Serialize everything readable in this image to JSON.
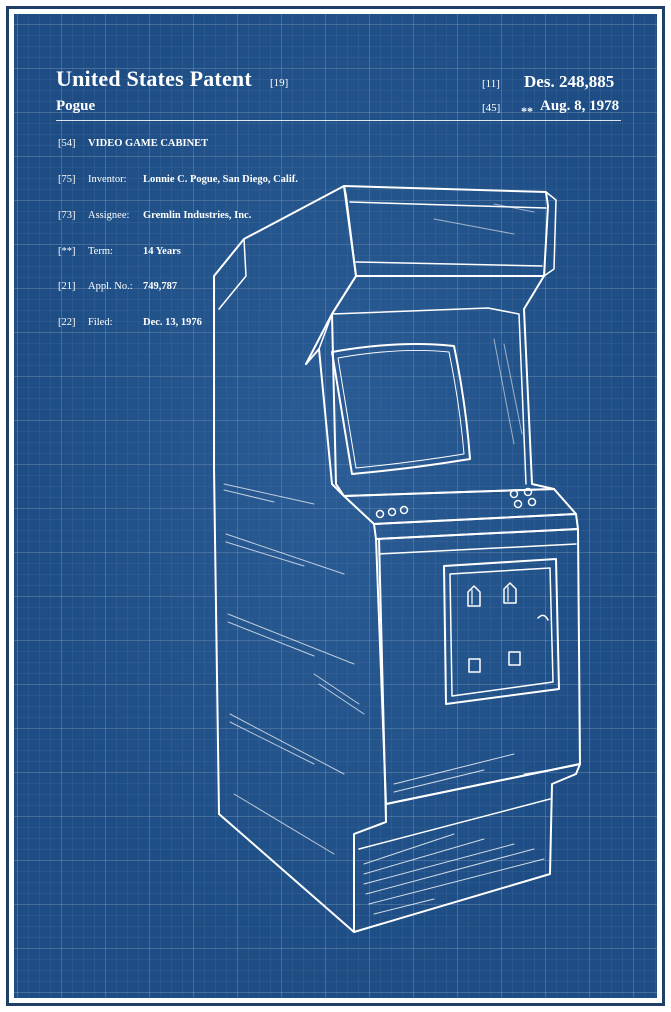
{
  "header": {
    "title": "United States Patent",
    "title_code": "[19]",
    "inventor_surname": "Pogue",
    "patent_code": "[11]",
    "patent_number": "Des. 248,885",
    "date_code": "[45]",
    "date_marker": "**",
    "date": "Aug. 8, 1978"
  },
  "fields": [
    {
      "code": "[54]",
      "label": "",
      "value": "VIDEO GAME CABINET"
    },
    {
      "code": "[75]",
      "label": "Inventor:",
      "value": "Lonnie C. Pogue, San Diego, Calif."
    },
    {
      "code": "[73]",
      "label": "Assignee:",
      "value": "Gremlin Industries, Inc."
    },
    {
      "code": "[**]",
      "label": "Term:",
      "value": "14 Years"
    },
    {
      "code": "[21]",
      "label": "Appl. No.:",
      "value": "749,787"
    },
    {
      "code": "[22]",
      "label": "Filed:",
      "value": "Dec. 13, 1976"
    }
  ],
  "colors": {
    "background": "#1d4d84",
    "grid": "#5f86b4",
    "ink": "#ffffff",
    "frame": "#1f3f66"
  },
  "drawing": {
    "subject": "arcade-cabinet-illustration"
  }
}
